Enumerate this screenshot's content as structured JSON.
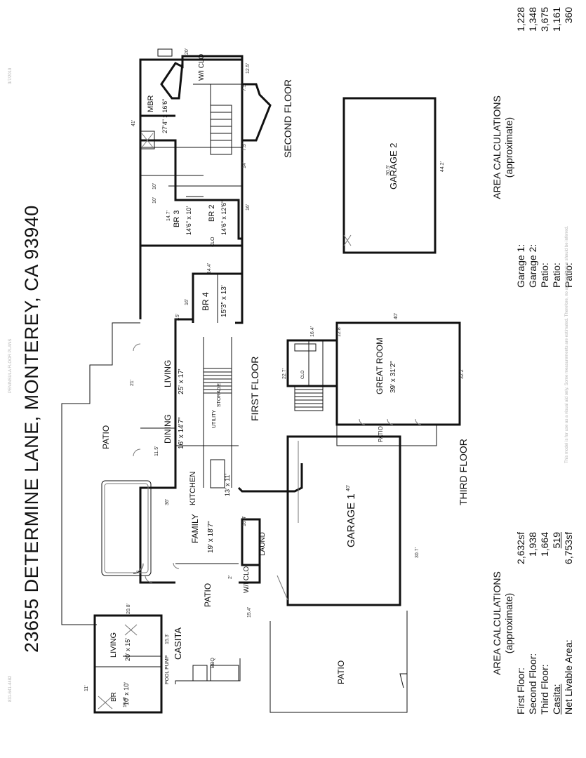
{
  "title": "23655 DETERMINE LANE, MONTEREY, CA 93940",
  "floors": {
    "first": "FIRST FLOOR",
    "second": "SECOND FLOOR",
    "third": "THIRD FLOOR"
  },
  "rooms": {
    "living": {
      "name": "LIVING",
      "size": "25' x 17'"
    },
    "dining": {
      "name": "DINING",
      "size": "16' x 14'7\""
    },
    "kitchen": {
      "name": "KITCHEN",
      "size": "13' x 11'"
    },
    "family": {
      "name": "FAMILY",
      "size": "19' x 18'7\""
    },
    "br4": {
      "name": "BR 4",
      "size": "15'3\" x 13'"
    },
    "laund": "LAUND",
    "wi_clo": "W/I CLO",
    "utility": "UTILITY",
    "storage": "STORAGE",
    "garage1": "GARAGE 1",
    "garage2": "GARAGE 2",
    "mbr": {
      "name": "MBR",
      "size": "27'4\" x 16'6\""
    },
    "mbr_wi": "W/I CLO",
    "br3": {
      "name": "BR 3",
      "size": "14'6\" x 10'"
    },
    "br2": {
      "name": "BR 2",
      "size": "14'6\" x 12'6\""
    },
    "clo": "CLO",
    "great_room": {
      "name": "GREAT ROOM",
      "size": "39' x 31'2\""
    },
    "casita_living": {
      "name": "LIVING",
      "size": "20' x 15'"
    },
    "casita_br": {
      "name": "BR",
      "size": "10' x 10'"
    },
    "casita": "CASITA",
    "patio": "PATIO",
    "pool_pump": "POOL PUMP",
    "bbq": "BBQ"
  },
  "dims": {
    "d41": "41'",
    "d20": "20'",
    "d125": "12.5'",
    "d75a": "7.5'",
    "d75b": "7.5'",
    "d10a": "10'",
    "d14": "14'",
    "d16": "16'",
    "d10b": "10'",
    "d147": "14.7'",
    "d144": "14.4'",
    "d16b": "16'",
    "d75c": "7.5'",
    "d21": "21'",
    "d115": "11.5'",
    "d36": "36'",
    "d164": "16.4'",
    "d2": "2'",
    "d154": "15.4'",
    "d40": "40'",
    "d307": "30.7'",
    "d305": "30.5'",
    "d442": "44.2'",
    "d40b": "40'",
    "d322": "32.2'",
    "d227": "22.7'",
    "d164b": "16.4'",
    "d128": "12.8'",
    "d153": "15.3'",
    "d11": "11'",
    "d154b": "15.4'",
    "d208": "20.8'"
  },
  "area_calc_1": {
    "heading1": "AREA CALCULATIONS",
    "heading2": "(approximate)",
    "rows": [
      {
        "label": "First Floor:",
        "value": "2,632sf"
      },
      {
        "label": "Second Floor:",
        "value": "1,938"
      },
      {
        "label": "Third Floor:",
        "value": "1,664"
      },
      {
        "label": "Casita:",
        "value": "519"
      },
      {
        "label": "Net Livable Area:",
        "value": "6,753sf"
      }
    ]
  },
  "area_calc_2": {
    "heading1": "AREA CALCULATIONS",
    "heading2": "(approximate)",
    "rows": [
      {
        "label": "Garage 1:",
        "value": "1,228"
      },
      {
        "label": "Garage 2:",
        "value": "1,348"
      },
      {
        "label": "Patio:",
        "value": "3,675"
      },
      {
        "label": "Patio:",
        "value": "1,161"
      },
      {
        "label": "Patio:",
        "value": "360"
      }
    ]
  },
  "fine_print": {
    "left": "831-641-4482",
    "center": "PENINSULA FLOOR PLANS",
    "right": "3/7/2019",
    "disclaimer": "This model is for use as a visual aid only. Some measurements are estimated. Therefore, no appraisal value should be inferred."
  }
}
